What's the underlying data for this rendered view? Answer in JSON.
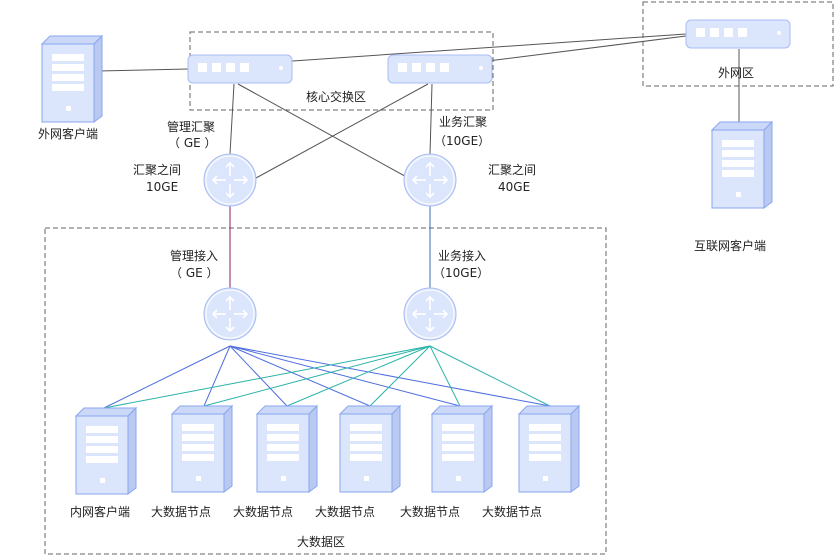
{
  "zones": {
    "core": "核心交换区",
    "external": "外网区",
    "bigdata": "大数据区"
  },
  "clients": {
    "external": "外网客户端",
    "internet": "互联网客户端",
    "internal": "内网客户端"
  },
  "nodes": [
    "大数据节点",
    "大数据节点",
    "大数据节点",
    "大数据节点",
    "大数据节点"
  ],
  "labels": {
    "mgmt_agg": "管理汇聚",
    "mgmt_agg_speed": "（ GE ）",
    "biz_agg": "业务汇聚",
    "biz_agg_speed": "（10GE）",
    "agg_between_left": "汇聚之间",
    "agg_between_left_speed": "10GE",
    "agg_between_right": "汇聚之间",
    "agg_between_right_speed": "40GE",
    "mgmt_access": "管理接入",
    "mgmt_access_speed": "（ GE ）",
    "biz_access": "业务接入",
    "biz_access_speed": "（10GE）"
  },
  "colors": {
    "device_fill": "#dbe5fb",
    "device_stroke": "#8aa6ef",
    "mgmt_link": "#4d6ee0",
    "biz_link": "#2bb3a8",
    "mgmt_uplink": "#8a1f6e",
    "biz_uplink": "#3a6fb0",
    "core_link": "#555555"
  }
}
